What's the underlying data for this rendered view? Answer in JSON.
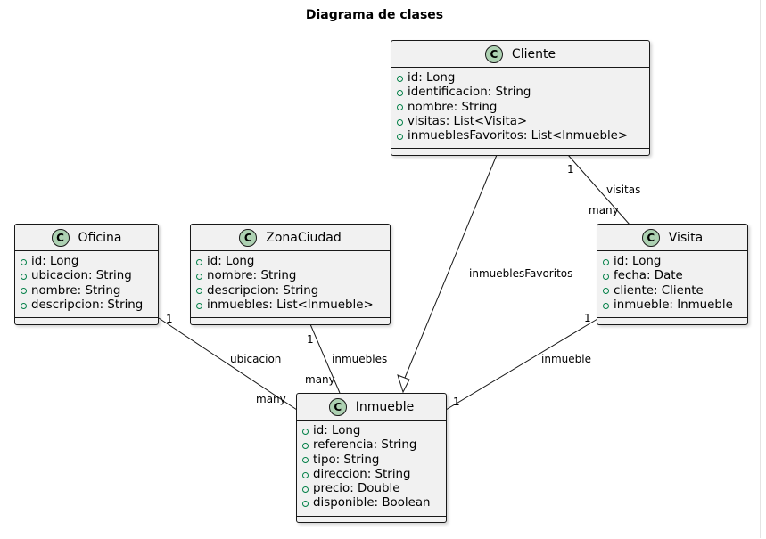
{
  "diagram": {
    "title": "Diagrama de clases",
    "accent_colors": {
      "class_badge": "#add1b2",
      "visibility": "#038048",
      "class_fill": "#f1f1f1"
    },
    "classes": [
      {
        "name": "Cliente",
        "stereotype": "C",
        "attributes": [
          "id: Long",
          "identificacion: String",
          "nombre: String",
          "visitas: List<Visita>",
          "inmueblesFavoritos: List<Inmueble>"
        ]
      },
      {
        "name": "Oficina",
        "stereotype": "C",
        "attributes": [
          "id: Long",
          "ubicacion: String",
          "nombre: String",
          "descripcion: String"
        ]
      },
      {
        "name": "ZonaCiudad",
        "stereotype": "C",
        "attributes": [
          "id: Long",
          "nombre: String",
          "descripcion: String",
          "inmuebles: List<Inmueble>"
        ]
      },
      {
        "name": "Visita",
        "stereotype": "C",
        "attributes": [
          "id: Long",
          "fecha: Date",
          "cliente: Cliente",
          "inmueble: Inmueble"
        ]
      },
      {
        "name": "Inmueble",
        "stereotype": "C",
        "attributes": [
          "id: Long",
          "referencia: String",
          "tipo: String",
          "direccion: String",
          "precio: Double",
          "disponible: Boolean"
        ]
      }
    ],
    "relations": [
      {
        "from": "Cliente",
        "to": "Visita",
        "label": "visitas",
        "from_mult": "1",
        "to_mult": "many"
      },
      {
        "from": "Cliente",
        "to": "Inmueble",
        "label": "inmueblesFavoritos",
        "arrow": "hollow-triangle"
      },
      {
        "from": "Oficina",
        "to": "Inmueble",
        "label": "ubicacion",
        "from_mult": "1",
        "to_mult": "many"
      },
      {
        "from": "ZonaCiudad",
        "to": "Inmueble",
        "label": "inmuebles",
        "from_mult": "1",
        "to_mult": "many"
      },
      {
        "from": "Visita",
        "to": "Inmueble",
        "label": "inmueble",
        "from_mult": "1",
        "to_mult": "1"
      }
    ]
  }
}
